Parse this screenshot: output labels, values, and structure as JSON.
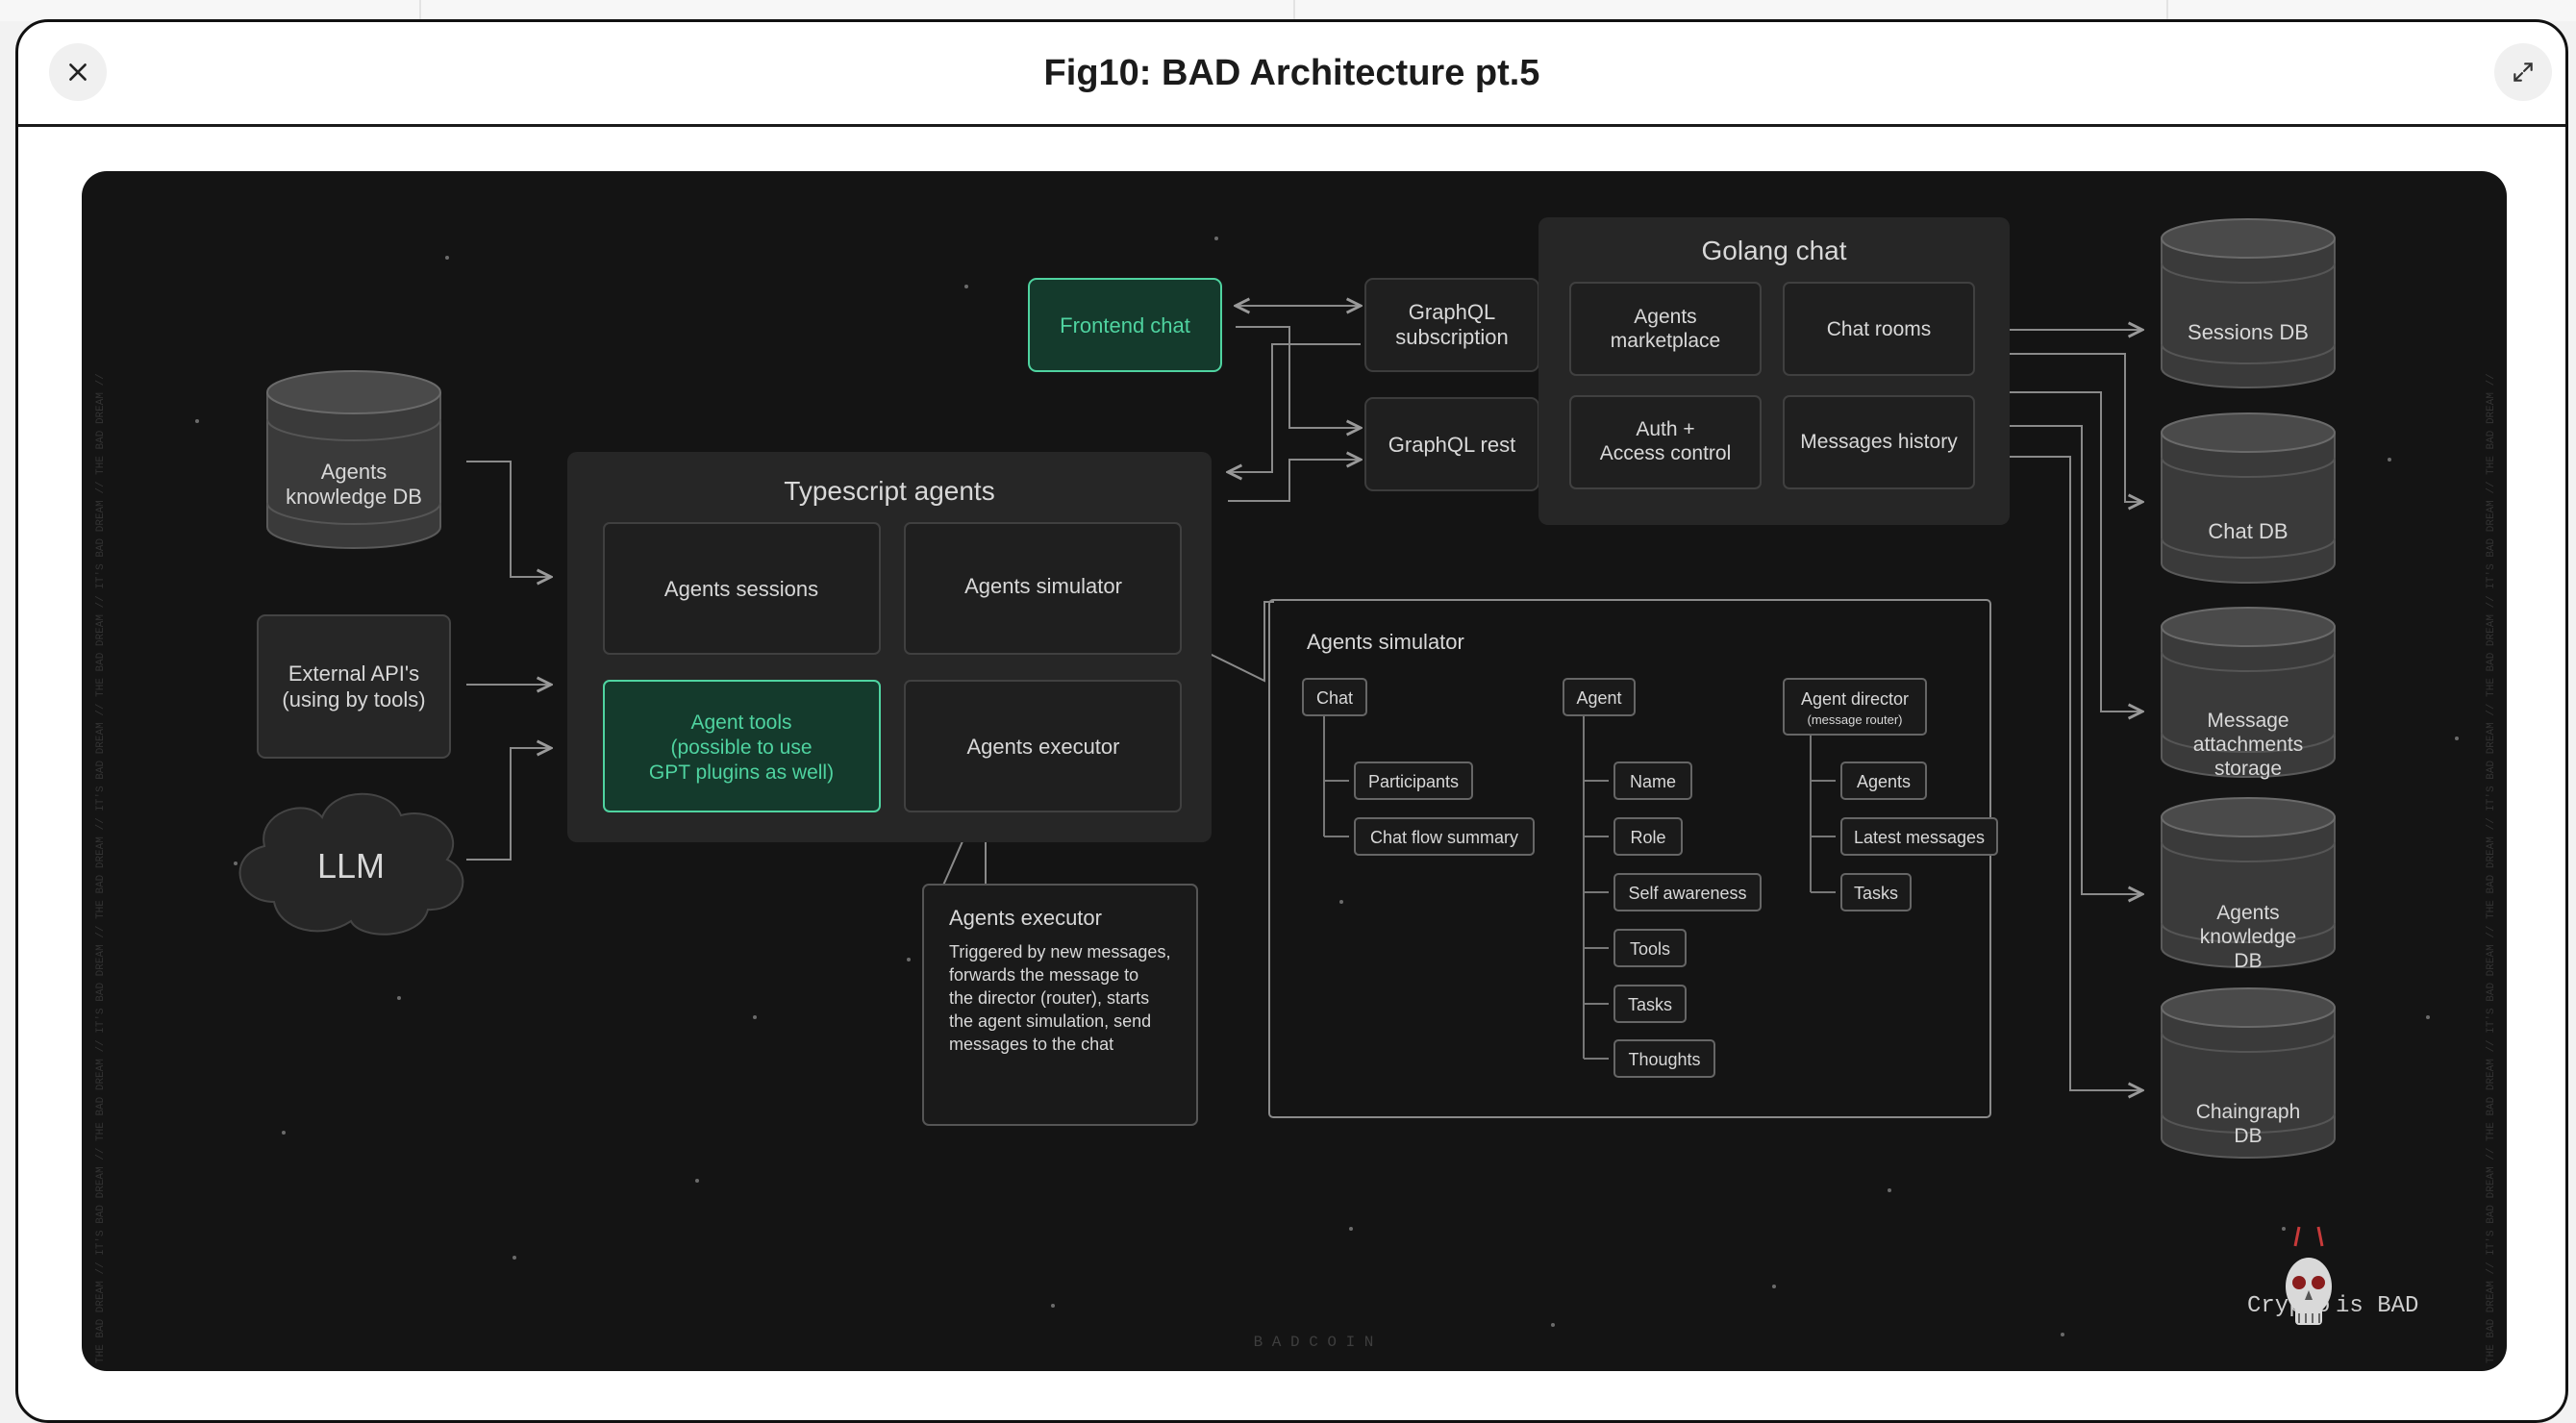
{
  "modal": {
    "title": "Fig10: BAD Architecture pt.5"
  },
  "icons": {
    "close": "close-icon",
    "expand": "expand-icon"
  },
  "colors": {
    "figure_bg": "#141414",
    "accent": "#4fd3a0",
    "box": "#262626",
    "line": "#8a8a8a"
  },
  "diagram": {
    "left_dbs": {
      "agents_knowledge_db": [
        "Agents",
        "knowledge DB"
      ]
    },
    "external_apis": [
      "External API's",
      "(using by tools)"
    ],
    "llm": "LLM",
    "frontend_chat": "Frontend chat",
    "graphql_subscription": [
      "GraphQL",
      "subscription"
    ],
    "graphql_rest": "GraphQL rest",
    "typescript": {
      "title": "Typescript agents",
      "agents_sessions": "Agents sessions",
      "agents_simulator": "Agents simulator",
      "agent_tools": [
        "Agent tools",
        "(possible to use",
        "GPT plugins as well)"
      ],
      "agents_executor": "Agents executor"
    },
    "golang": {
      "title": "Golang chat",
      "agents_marketplace": [
        "Agents",
        "marketplace"
      ],
      "chat_rooms": "Chat rooms",
      "auth": [
        "Auth +",
        "Access control"
      ],
      "messages_history": "Messages history"
    },
    "executor_note": {
      "title": "Agents executor",
      "lines": [
        "Triggered by new messages,",
        "forwards the message to",
        "the director (router), starts",
        "the agent simulation, send",
        "messages to the chat"
      ]
    },
    "simulator": {
      "title": "Agents simulator",
      "chat": {
        "label": "Chat",
        "items": [
          "Participants",
          "Chat flow summary"
        ]
      },
      "agent": {
        "label": "Agent",
        "items": [
          "Name",
          "Role",
          "Self awareness",
          "Tools",
          "Tasks",
          "Thoughts"
        ]
      },
      "director": {
        "label": "Agent director",
        "sublabel": "(message router)",
        "items": [
          "Agents",
          "Latest messages",
          "Tasks"
        ]
      }
    },
    "right_dbs": {
      "sessions": [
        "Sessions DB"
      ],
      "chat": [
        "Chat DB"
      ],
      "attachments": [
        "Message",
        "attachments",
        "storage"
      ],
      "knowledge": [
        "Agents",
        "knowledge",
        "DB"
      ],
      "chaingraph": [
        "Chaingraph",
        "DB"
      ]
    },
    "footer_brand": "B A D C O I N",
    "crypto_left": "Crypto",
    "crypto_right": "is BAD",
    "side_watermark": "THE BAD DREAM // IT'S BAD DREAM // THE BAD DREAM // IT'S BAD DREAM // THE BAD DREAM // IT'S BAD DREAM // THE BAD DREAM // IT'S BAD DREAM // THE BAD DREAM //"
  }
}
